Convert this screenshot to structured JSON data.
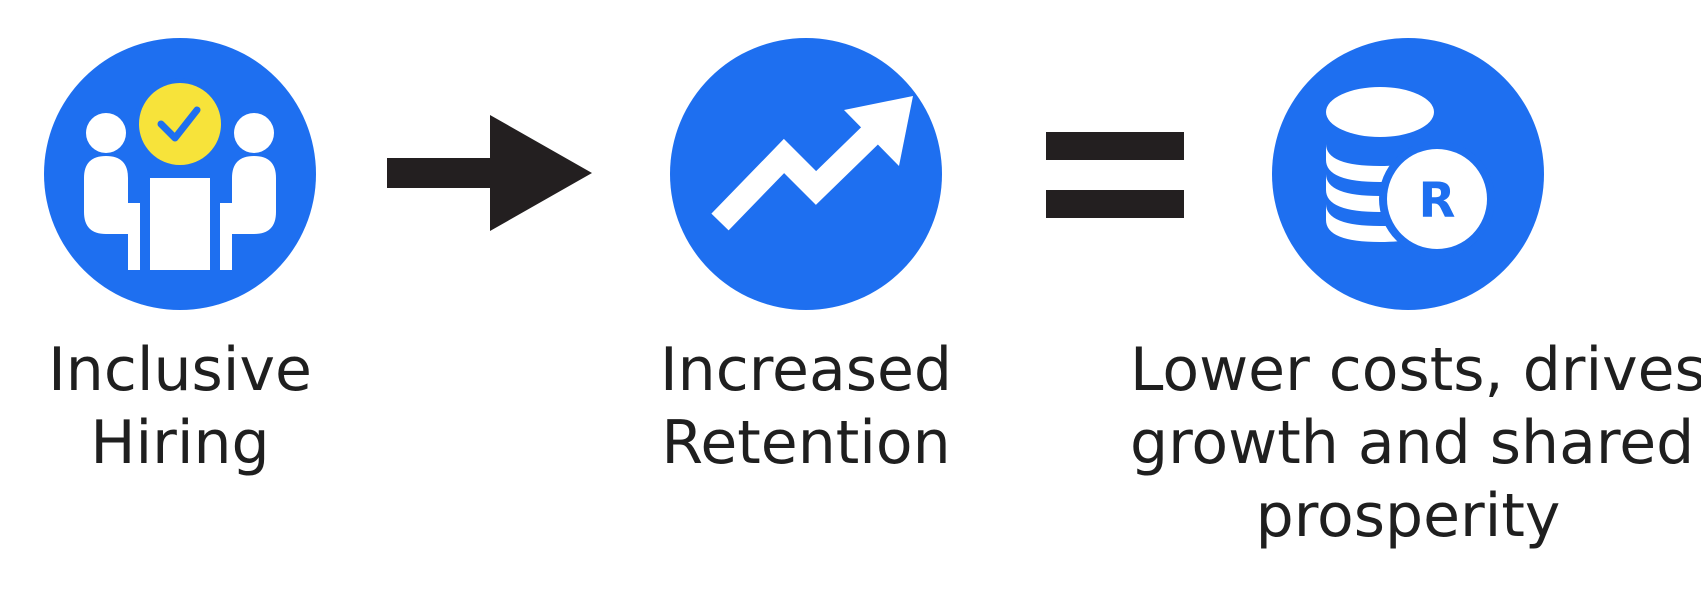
{
  "colors": {
    "circle_blue": "#1e6ff0",
    "check_yellow": "#f7e33a",
    "operator_black": "#231f20",
    "icon_white": "#ffffff",
    "text": "#1f1f1f"
  },
  "steps": [
    {
      "icon": "inclusive-hiring-icon",
      "label_lines": [
        "Inclusive",
        "Hiring"
      ]
    },
    {
      "icon": "trending-up-icon",
      "label_lines": [
        "Increased",
        "Retention"
      ]
    },
    {
      "icon": "coins-rand-icon",
      "symbol": "R",
      "label_lines": [
        "Lower costs, drives",
        "growth and shared",
        "prosperity"
      ]
    }
  ],
  "operators": [
    "arrow-right-icon",
    "equals-icon"
  ]
}
